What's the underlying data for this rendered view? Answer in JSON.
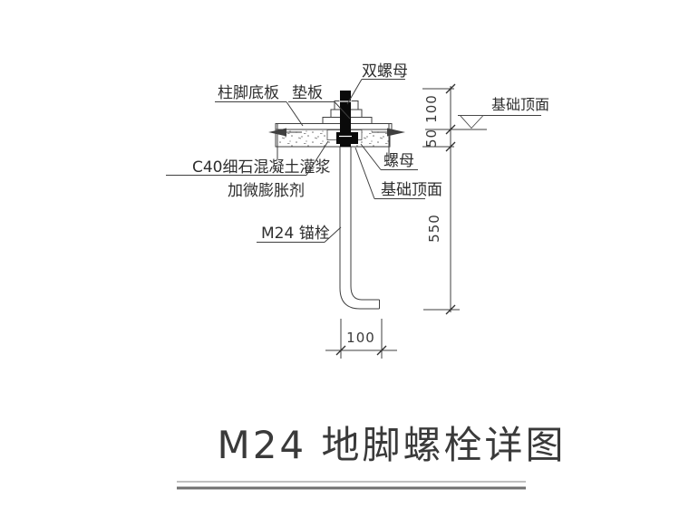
{
  "figure": {
    "title": "M24 地脚螺栓详图",
    "labels": {
      "double_nut": "双螺母",
      "column_base_plate": "柱脚底板",
      "pad_plate": "垫板",
      "foundation_top_right": "基础顶面",
      "nut": "螺母",
      "foundation_top_left": "基础顶面",
      "grout_line1": "C40细石混凝土灌浆",
      "grout_line2": "加微膨胀剂",
      "anchor_bolt": "M24 锚栓"
    },
    "dimensions": {
      "bolt_projection": "100",
      "grout_thickness": "50",
      "embedment_depth": "550",
      "hook_length": "100"
    },
    "colors": {
      "line": "#3f3f3f",
      "text": "#2e2e2e",
      "bolt_fill": "#0a0a0a",
      "rule_light": "#9a9a9a",
      "rule_dark": "#707070"
    }
  }
}
